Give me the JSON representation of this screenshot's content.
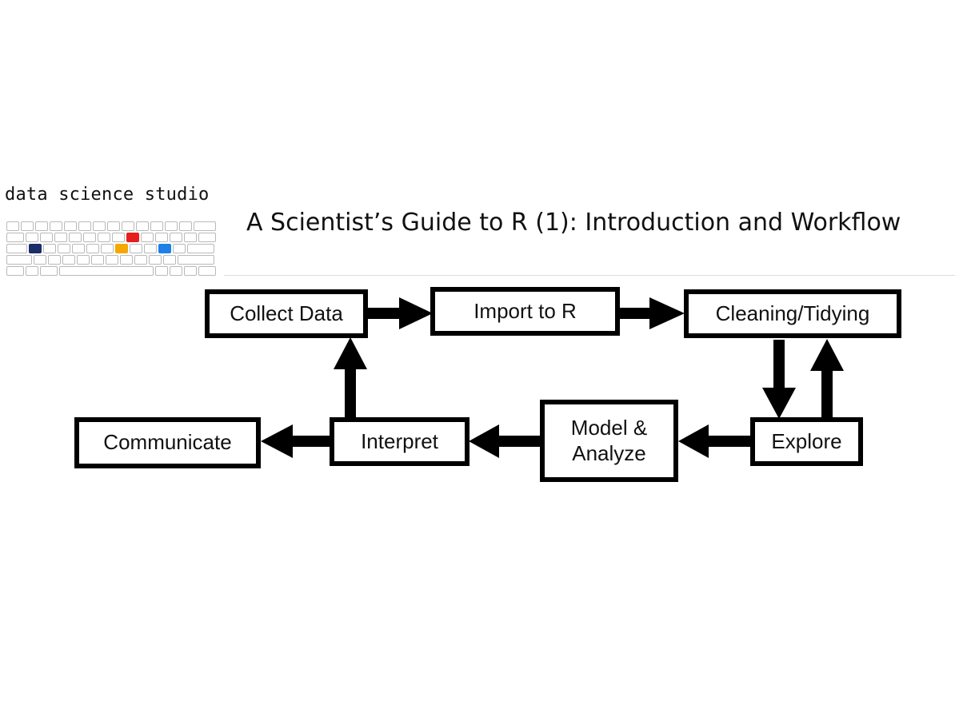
{
  "header": {
    "brand": "data science studio",
    "title": "A Scientist’s Guide to R (1): Introduction and Workflow"
  },
  "logo": {
    "highlight_colors": [
      "#e61e1e",
      "#1a2d6b",
      "#f5a800",
      "#1e7fe6"
    ]
  },
  "diagram": {
    "nodes": {
      "collect": "Collect Data",
      "import": "Import to R",
      "cleaning": "Cleaning/Tidying",
      "explore": "Explore",
      "model_line1": "Model &",
      "model_line2": "Analyze",
      "interpret": "Interpret",
      "communicate": "Communicate"
    },
    "flows": [
      [
        "Collect Data",
        "Import to R"
      ],
      [
        "Import to R",
        "Cleaning/Tidying"
      ],
      [
        "Cleaning/Tidying",
        "Explore"
      ],
      [
        "Explore",
        "Cleaning/Tidying"
      ],
      [
        "Explore",
        "Model & Analyze"
      ],
      [
        "Model & Analyze",
        "Interpret"
      ],
      [
        "Interpret",
        "Collect Data"
      ],
      [
        "Interpret",
        "Communicate"
      ]
    ]
  }
}
